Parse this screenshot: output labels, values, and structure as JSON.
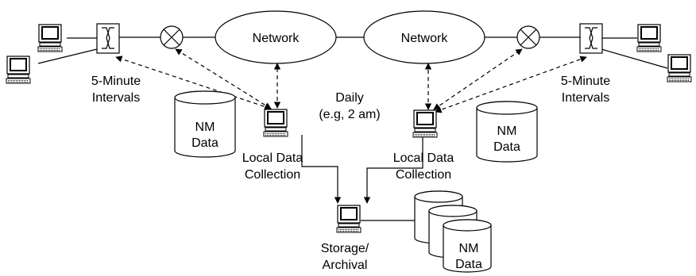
{
  "labels": {
    "network_left": "Network",
    "network_right": "Network",
    "interval_left_1": "5-Minute",
    "interval_left_2": "Intervals",
    "interval_right_1": "5-Minute",
    "interval_right_2": "Intervals",
    "daily_1": "Daily",
    "daily_2": "(e.g, 2 am)",
    "nm_left_1": "NM",
    "nm_left_2": "Data",
    "nm_right_1": "NM",
    "nm_right_2": "Data",
    "nm_bottom_1": "NM",
    "nm_bottom_2": "Data",
    "ldc_left_1": "Local Data",
    "ldc_left_2": "Collection",
    "ldc_right_1": "Local Data",
    "ldc_right_2": "Collection",
    "storage_1": "Storage/",
    "storage_2": "Archival"
  },
  "icons": {
    "computer": "computer-icon",
    "switch": "switch-icon",
    "router": "router-icon",
    "database": "database-icon"
  }
}
